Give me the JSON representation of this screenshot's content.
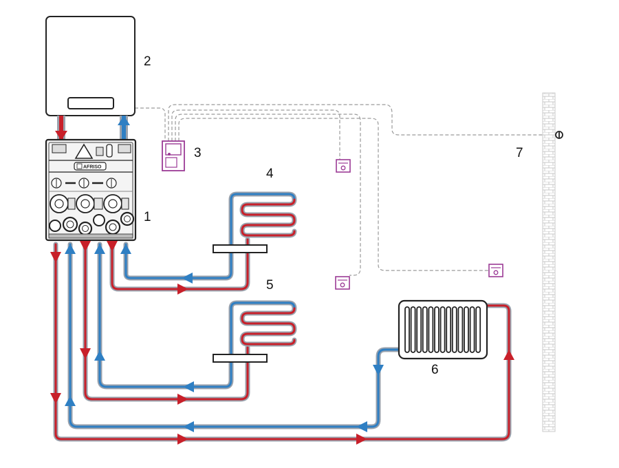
{
  "labels": {
    "manifold": "1",
    "boiler": "2",
    "controller": "3",
    "floor_circuit_upper": "4",
    "floor_circuit_lower": "5",
    "radiator": "6",
    "outdoor_sensor": "7"
  },
  "manifold_brand": "AFRISO",
  "colors": {
    "supply": "#c8202a",
    "return": "#2f7fc3",
    "pipe_casing": "#9aa2ad",
    "control_device": "#9b3a95",
    "signal_wire": "#9a9a9a",
    "wall": "#c9c9c9",
    "outline": "#222222"
  },
  "icons": [
    "warning-triangle-icon",
    "thermometer-icon",
    "pump-icon",
    "valve-knob-icon",
    "arrow-up-icon",
    "arrow-down-icon",
    "arrow-left-icon",
    "arrow-right-icon"
  ]
}
